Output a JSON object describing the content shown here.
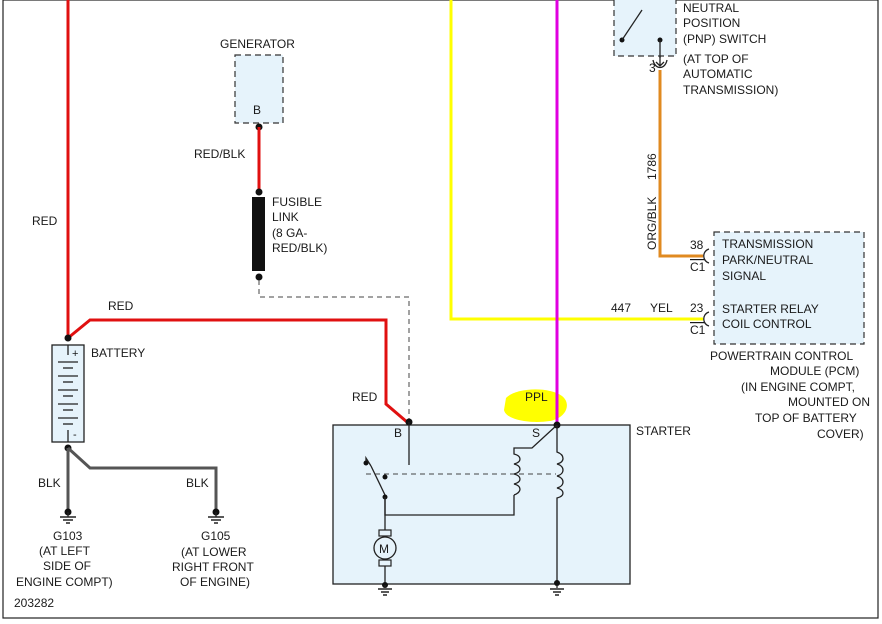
{
  "labels": {
    "generator": "GENERATOR",
    "generator_pin": "B",
    "red_blk_1": "RED/BLK",
    "fusible_link": [
      "FUSIBLE",
      "LINK",
      "(8 GA-",
      "RED/BLK)"
    ],
    "red_left": "RED",
    "red_mid": "RED",
    "red_starter": "RED",
    "battery": "BATTERY",
    "battery_plus": "+",
    "battery_minus": "-",
    "blk_left": "BLK",
    "blk_right": "BLK",
    "g103": [
      "G103",
      "(AT LEFT",
      "SIDE OF",
      "ENGINE COMPT)"
    ],
    "g105": [
      "G105",
      "(AT LOWER",
      "RIGHT FRONT",
      "OF ENGINE)"
    ],
    "diagram_id": "203282",
    "ppl": "PPL",
    "starter": "STARTER",
    "starter_b": "B",
    "starter_s": "S",
    "motor": "M",
    "pnp_switch": [
      "NEUTRAL",
      "POSITION",
      "(PNP) SWITCH",
      "(AT TOP OF",
      "AUTOMATIC",
      "TRANSMISSION)"
    ],
    "pnp_pin": "3",
    "org_blk": "ORG/BLK",
    "circuit_1786": "1786",
    "pin_38": "38",
    "c1_a": "C1",
    "trans_signal": [
      "TRANSMISSION",
      "PARK/NEUTRAL",
      "SIGNAL"
    ],
    "circuit_447": "447",
    "yel": "YEL",
    "pin_23": "23",
    "c1_b": "C1",
    "starter_relay": [
      "STARTER RELAY",
      "COIL CONTROL"
    ],
    "pcm": [
      "POWERTRAIN CONTROL",
      "MODULE (PCM)",
      "(IN ENGINE COMPT,",
      "MOUNTED ON",
      "TOP OF BATTERY",
      "COVER)"
    ]
  },
  "colors": {
    "red_wire": "#e01010",
    "yellow_wire": "#ffff00",
    "purple_wire": "#e000e0",
    "orange_wire": "#e08a20",
    "black_wire": "#555555",
    "component_fill": "#e6f3fb",
    "highlight": "#ffff00"
  }
}
